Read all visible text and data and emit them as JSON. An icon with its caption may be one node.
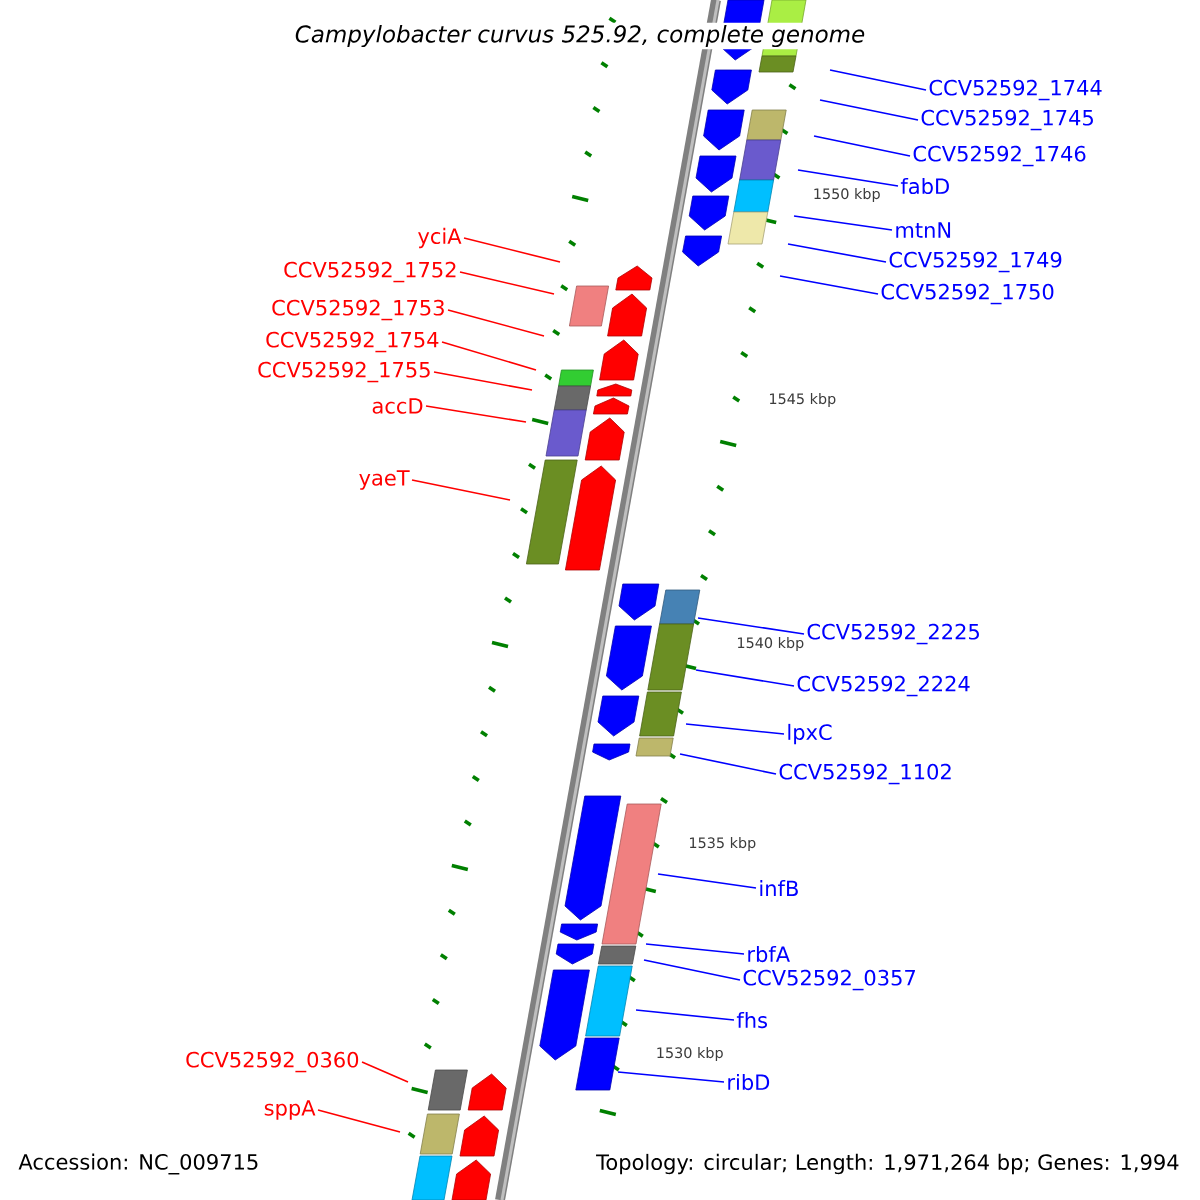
{
  "diagram": {
    "title": "Campylobacter curvus 525.92, complete genome",
    "nodes": [
      {
        "text": [
          "yciA"
        ]
      },
      {
        "text": [
          "CCV52592_1752"
        ]
      },
      {
        "text": [
          "CCV52592_1753"
        ]
      },
      {
        "text": [
          "CCV52592_1754"
        ]
      },
      {
        "text": [
          "CCV52592_1755"
        ]
      },
      {
        "text": [
          "accD"
        ]
      },
      {
        "text": [
          "yaeT"
        ]
      },
      {
        "text": [
          "CCV52592_0360"
        ]
      },
      {
        "text": [
          "sppA"
        ]
      },
      {
        "text": [
          "CCV52592_1744"
        ]
      },
      {
        "text": [
          "CCV52592_1745"
        ]
      },
      {
        "text": [
          "CCV52592_1746"
        ]
      },
      {
        "text": [
          "fabD"
        ]
      },
      {
        "text": [
          "mtnN"
        ]
      },
      {
        "text": [
          "CCV52592_1749"
        ]
      },
      {
        "text": [
          "CCV52592_1750"
        ]
      },
      {
        "text": [
          "CCV52592_2225"
        ]
      },
      {
        "text": [
          "CCV52592_2224"
        ]
      },
      {
        "text": [
          "lpxC"
        ]
      },
      {
        "text": [
          "CCV52592_1102"
        ]
      },
      {
        "text": [
          "infB"
        ]
      },
      {
        "text": [
          "rbfA"
        ]
      },
      {
        "text": [
          "CCV52592_0357"
        ]
      },
      {
        "text": [
          "fhs"
        ]
      },
      {
        "text": [
          "ribD"
        ]
      }
    ],
    "edges": [
      {
        "from": 0,
        "to": null,
        "arrow": "none",
        "color": "#ff0000"
      },
      {
        "from": 1,
        "to": null,
        "arrow": "none",
        "color": "#ff0000"
      },
      {
        "from": 2,
        "to": null,
        "arrow": "none",
        "color": "#ff0000"
      },
      {
        "from": 3,
        "to": null,
        "arrow": "none",
        "color": "#ff0000"
      },
      {
        "from": 4,
        "to": null,
        "arrow": "none",
        "color": "#ff0000"
      },
      {
        "from": 5,
        "to": null,
        "arrow": "none",
        "color": "#ff0000"
      },
      {
        "from": 6,
        "to": null,
        "arrow": "none",
        "color": "#ff0000"
      },
      {
        "from": 7,
        "to": null,
        "arrow": "none",
        "color": "#ff0000"
      },
      {
        "from": 8,
        "to": null,
        "arrow": "none",
        "color": "#ff0000"
      },
      {
        "from": 9,
        "to": null,
        "arrow": "none"
      },
      {
        "from": 10,
        "to": null,
        "arrow": "none"
      },
      {
        "from": 11,
        "to": null,
        "arrow": "none"
      },
      {
        "from": 12,
        "to": null,
        "arrow": "none"
      },
      {
        "from": 13,
        "to": null,
        "arrow": "none"
      },
      {
        "from": 14,
        "to": null,
        "arrow": "none"
      },
      {
        "from": 15,
        "to": null,
        "arrow": "none"
      },
      {
        "from": 16,
        "to": null,
        "arrow": "none"
      },
      {
        "from": 17,
        "to": null,
        "arrow": "none"
      },
      {
        "from": 18,
        "to": null,
        "arrow": "none"
      },
      {
        "from": 19,
        "to": null,
        "arrow": "none"
      },
      {
        "from": 20,
        "to": null,
        "arrow": "none"
      },
      {
        "from": 21,
        "to": null,
        "arrow": "none"
      },
      {
        "from": 22,
        "to": null,
        "arrow": "none"
      },
      {
        "from": 23,
        "to": null,
        "arrow": "none"
      },
      {
        "from": 24,
        "to": null,
        "arrow": "none"
      }
    ],
    "labels": [
      "1550 kbp",
      "1545 kbp",
      "1540 kbp",
      "1535 kbp",
      "1530 kbp",
      "Accession: NC_009715",
      "Topology: circular; Length: 1,971,264 bp; Genes: 1,994"
    ]
  }
}
